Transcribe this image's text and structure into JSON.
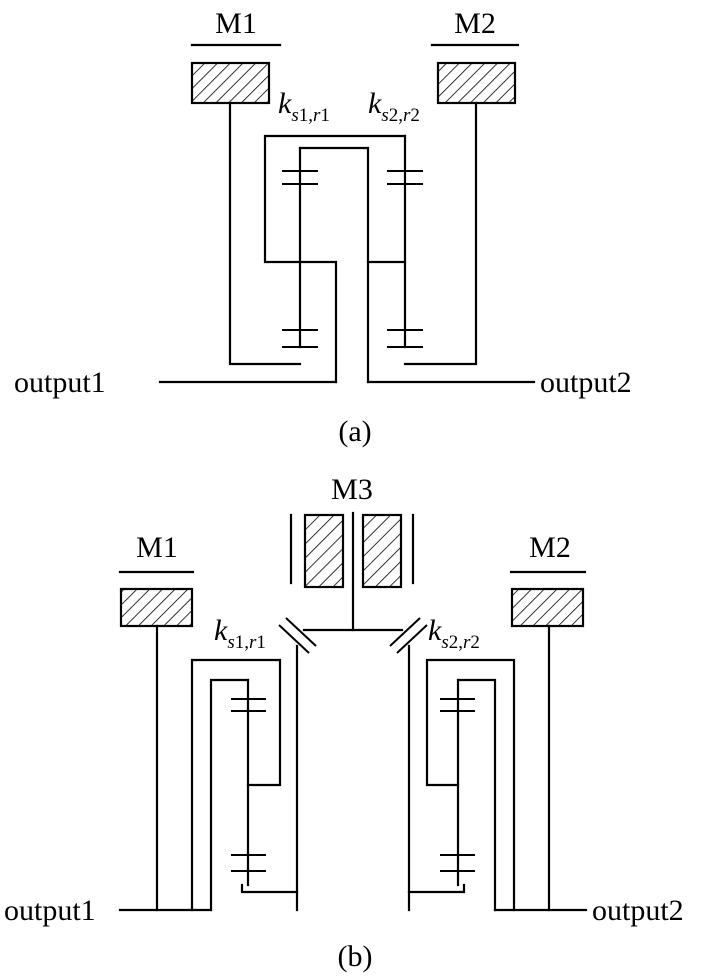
{
  "figure_a": {
    "caption": "(a)",
    "motor_left": "M1",
    "motor_right": "M2",
    "k_left": {
      "k": "k",
      "s": "s",
      "sn": "1",
      "comma": ",",
      "r": "r",
      "rn": "1"
    },
    "k_right": {
      "k": "k",
      "s": "s",
      "sn": "2",
      "comma": ",",
      "r": "r",
      "rn": "2"
    },
    "output_left": "output1",
    "output_right": "output2"
  },
  "figure_b": {
    "caption": "(b)",
    "motor_left": "M1",
    "motor_right": "M2",
    "motor_center": "M3",
    "k_left": {
      "k": "k",
      "s": "s",
      "sn": "1",
      "comma": ",",
      "r": "r",
      "rn": "1"
    },
    "k_right": {
      "k": "k",
      "s": "s",
      "sn": "2",
      "comma": ",",
      "r": "r",
      "rn": "2"
    },
    "output_left": "output1",
    "output_right": "output2"
  },
  "colors": {
    "line": "#000000",
    "background": "#ffffff"
  }
}
